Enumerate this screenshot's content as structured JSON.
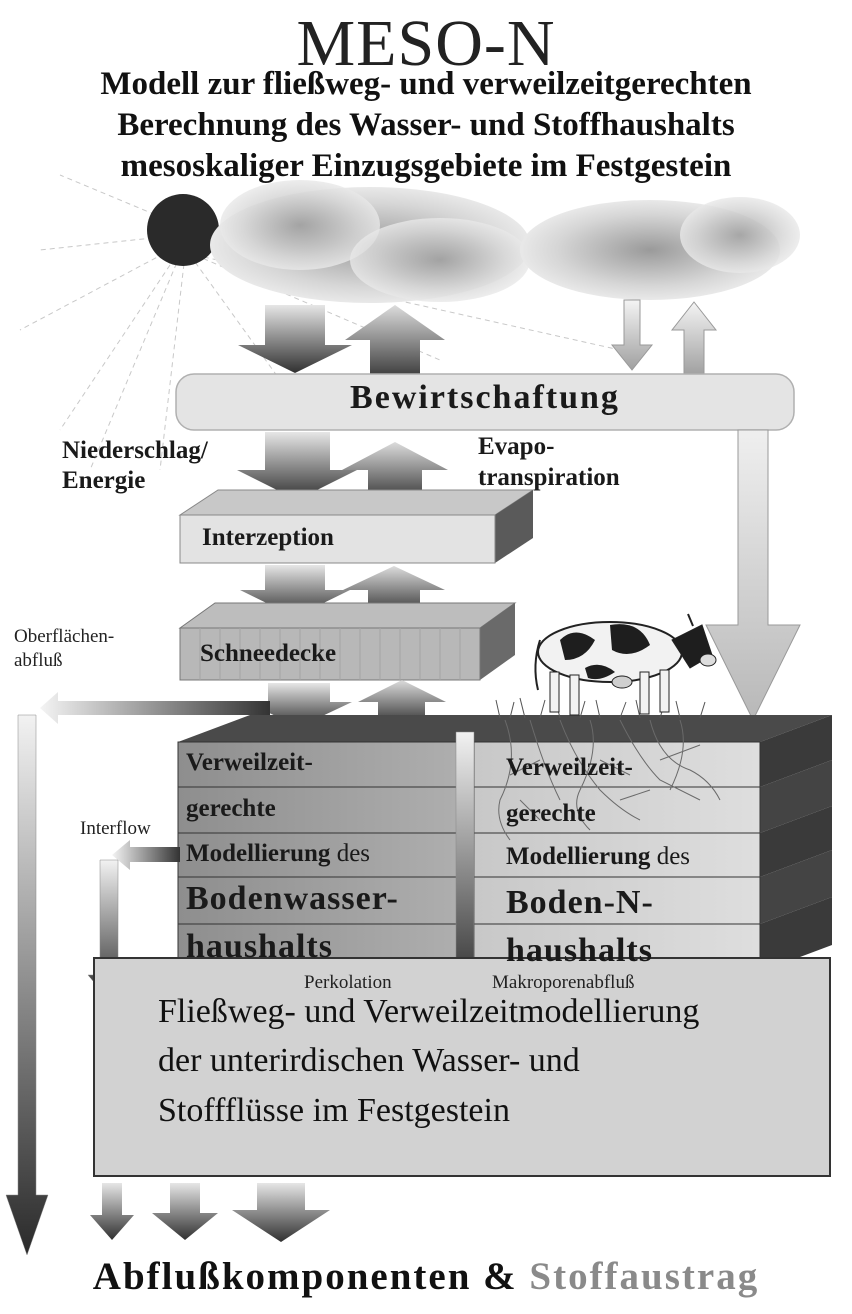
{
  "title": "MESO-N",
  "subtitle": [
    "Modell zur fließweg- und verweilzeitgerechten",
    "Berechnung des Wasser- und Stoffhaushalts",
    "mesoskaliger Einzugsgebiete im Festgestein"
  ],
  "labels": {
    "bewirtschaftung": "Bewirtschaftung",
    "niederschlag": [
      "Niederschlag/",
      "Energie"
    ],
    "evapotranspiration": [
      "Evapo-",
      "transpiration"
    ],
    "interzeption": "Interzeption",
    "schneedecke": "Schneedecke",
    "oberflaechenabfluss": [
      "Oberflächen-",
      "abfluß"
    ],
    "interflow": "Interflow",
    "perkolation": "Perkolation",
    "makroporenabfluss": "Makroporenabfluß"
  },
  "soil_left": {
    "line1": "Verweilzeit-",
    "line2": "gerechte",
    "line3_bold": "Modellierung",
    "line3_rest": " des",
    "line4": "Bodenwasser-",
    "line5": "haushalts"
  },
  "soil_right": {
    "line1": "Verweilzeit-",
    "line2": "gerechte",
    "line3_bold": "Modellierung",
    "line3_rest": " des",
    "line4": "Boden-N-",
    "line5": "haushalts"
  },
  "groundwater_box": [
    "Fließweg- und Verweilzeitmodellierung",
    "der unterirdischen Wasser- und",
    "Stoffflüsse im Festgestein"
  ],
  "footer": {
    "part1": "Abflußkomponenten",
    "part2": " & ",
    "part3": "Stoffaustrag"
  },
  "colors": {
    "sun": "#2a2a2a",
    "box_fill": "#d2d2d2",
    "arrow_dark": "#333333",
    "footer_gray": "#8a8a8a"
  },
  "icons": [
    "sun-icon",
    "cloud-icon",
    "cow-icon",
    "grass-roots-icon"
  ]
}
